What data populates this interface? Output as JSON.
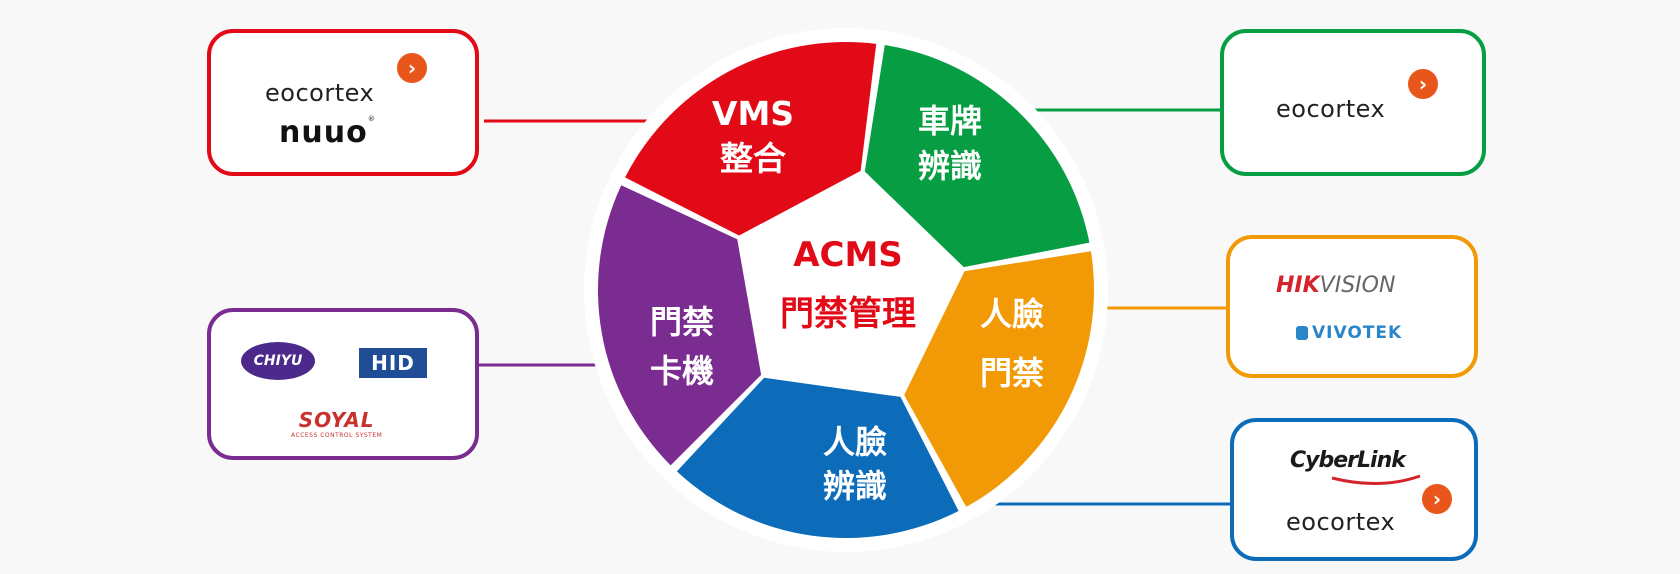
{
  "center": {
    "line1": "ACMS",
    "line2": "門禁管理"
  },
  "segments": [
    {
      "id": "vms",
      "line1": "VMS",
      "line2": "整合",
      "color": "#e30a17"
    },
    {
      "id": "lpr",
      "line1": "車牌",
      "line2": "辨識",
      "color": "#079e43"
    },
    {
      "id": "face-access",
      "line1": "人臉",
      "line2": "門禁",
      "color": "#f29a05"
    },
    {
      "id": "face-recognition",
      "line1": "人臉",
      "line2": "辨識",
      "color": "#0d6cba"
    },
    {
      "id": "card-reader",
      "line1": "門禁",
      "line2": "卡機",
      "color": "#7b2c91"
    }
  ],
  "partners": {
    "vms": {
      "eocortex": "eocortex",
      "nuuo": "nuuo"
    },
    "lpr": {
      "eocortex": "eocortex"
    },
    "face_access": {
      "hik": "HIK",
      "vision": "VISION",
      "vivotek": "VIVOTEK"
    },
    "face_recognition": {
      "cyberlink": "CyberLink",
      "eocortex": "eocortex"
    },
    "card_reader": {
      "chiyu": "CHIYU",
      "hid": "HID",
      "soyal": "SOYAL",
      "soyal_sub": "ACCESS CONTROL SYSTEM"
    }
  },
  "icons": {
    "arrow_badge": "chevron-right-icon"
  }
}
